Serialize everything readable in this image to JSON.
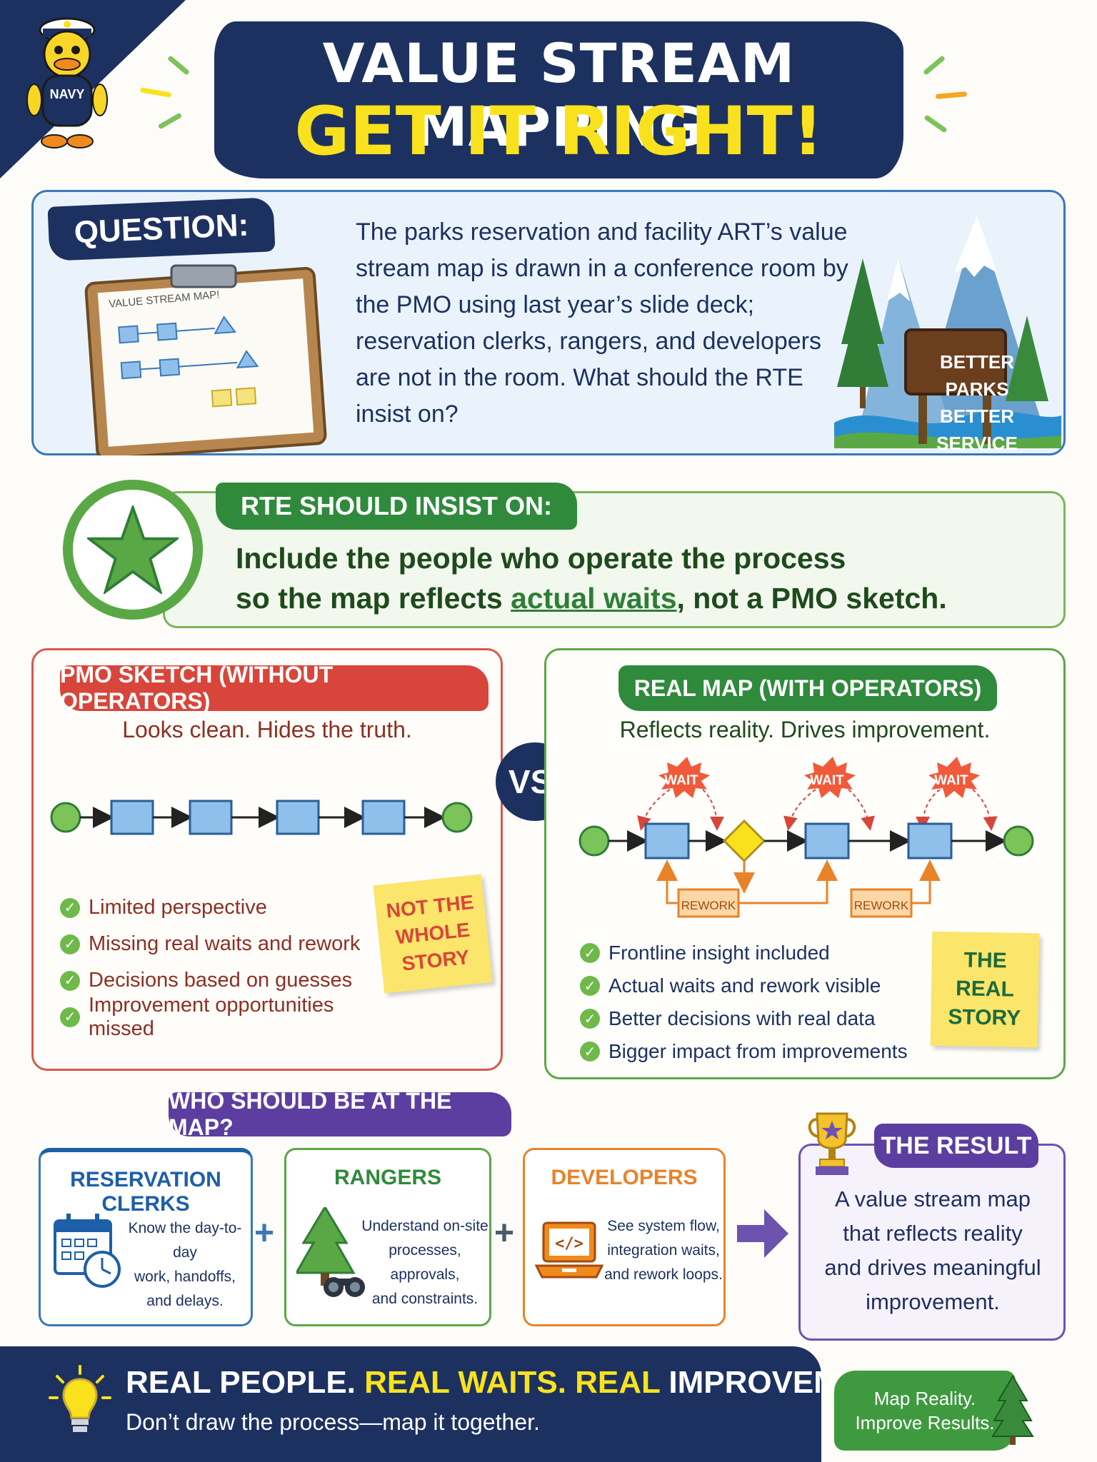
{
  "header": {
    "duck_badge": "NAVY",
    "title": "VALUE STREAM MAPPING",
    "subtitle": "GET IT RIGHT!"
  },
  "question": {
    "tag": "QUESTION:",
    "clipboard_label": "VALUE STREAM MAP!",
    "text": "The parks reservation and facility ART’s value stream map is drawn in a conference room by the PMO using last year’s slide deck; reservation clerks, rangers, and developers are not in the room. What should the RTE insist on?",
    "sign_line1": "BETTER PARKS",
    "sign_line2": "BETTER SERVICE"
  },
  "insist": {
    "tag": "RTE SHOULD INSIST ON:",
    "line1": "Include the people who operate the process",
    "line2_pre": "so the map reflects ",
    "line2_highlight": "actual waits",
    "line2_post": ", not a PMO sketch."
  },
  "pmo": {
    "tag": "PMO SKETCH (WITHOUT OPERATORS)",
    "subtitle": "Looks clean. Hides the truth.",
    "items": [
      "Limited perspective",
      "Missing real waits and rework",
      "Decisions based on guesses",
      "Improvement opportunities missed"
    ],
    "sticky": [
      "NOT THE",
      "WHOLE",
      "STORY"
    ]
  },
  "vs_label": "VS.",
  "real": {
    "tag": "REAL MAP (WITH OPERATORS)",
    "subtitle": "Reflects reality. Drives improvement.",
    "wait_label": "WAIT",
    "rework_label": "REWORK",
    "items": [
      "Frontline insight included",
      "Actual waits and rework visible",
      "Better decisions with real data",
      "Bigger impact from improvements"
    ],
    "sticky": [
      "THE",
      "REAL",
      "STORY"
    ]
  },
  "who": {
    "tag": "WHO SHOULD BE AT THE MAP?",
    "cards": [
      {
        "title": "RESERVATION CLERKS",
        "lines": [
          "Know the day-to-day",
          "work, handoffs,",
          "and delays."
        ]
      },
      {
        "title": "RANGERS",
        "lines": [
          "Understand on-site",
          "processes, approvals,",
          "and constraints."
        ]
      },
      {
        "title": "DEVELOPERS",
        "lines": [
          "See system flow,",
          "integration waits,",
          "and rework loops."
        ]
      }
    ],
    "plus": "+"
  },
  "result": {
    "tag": "THE RESULT",
    "lines": [
      "A value stream map",
      "that reflects reality",
      "and drives meaningful",
      "improvement."
    ]
  },
  "footer": {
    "line1_a": "REAL PEOPLE. ",
    "line1_b": "REAL WAITS. REAL",
    "line1_c": " IMPROVEMENT.",
    "line2": "Don’t draw the process—map it together.",
    "badge_line1": "Map Reality.",
    "badge_line2": "Improve Results."
  },
  "colors": {
    "navy": "#1d3160",
    "yellow": "#f9e21d",
    "red": "#d8463b",
    "green": "#2f8a3c",
    "purple": "#5b3ea0",
    "orange": "#e8832a",
    "blue": "#3a78b8"
  },
  "icons": [
    "duck-mascot-icon",
    "clipboard-icon",
    "mountain-forest-icon",
    "star-icon",
    "calendar-clock-icon",
    "tree-binoculars-icon",
    "laptop-code-icon",
    "arrow-right-icon",
    "trophy-icon",
    "lightbulb-icon",
    "pine-tree-icon",
    "check-icon"
  ]
}
